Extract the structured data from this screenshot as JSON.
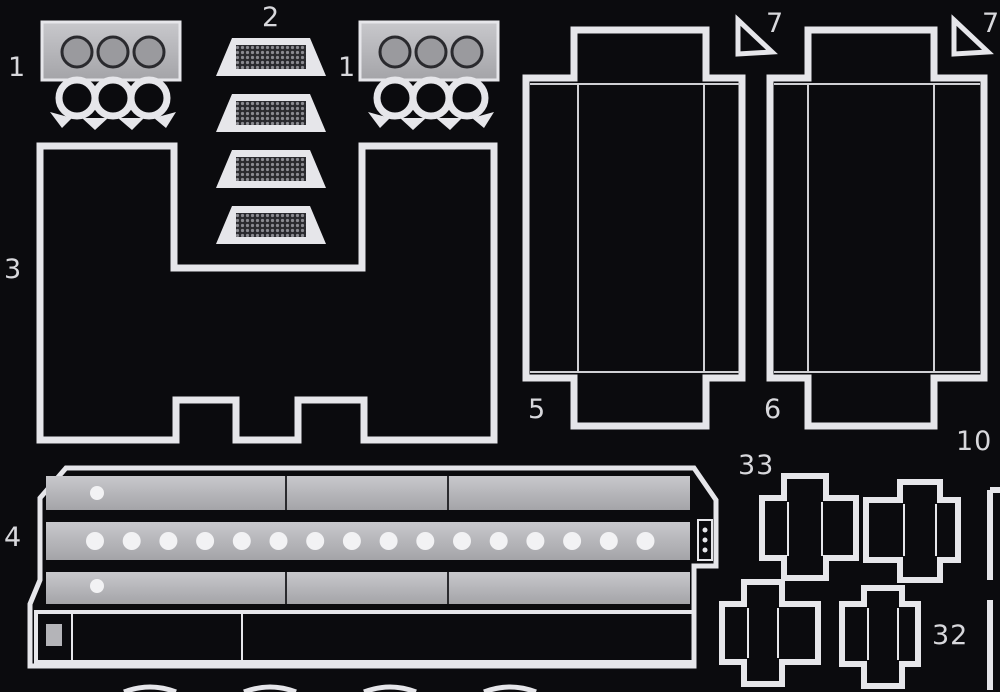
{
  "part_numbers": {
    "n1_left": "1",
    "n2": "2",
    "n1_right": "1",
    "n7_a": "7",
    "n7_b": "7",
    "n3": "3",
    "n5": "5",
    "n6": "6",
    "n10": "10",
    "n33": "33",
    "n4": "4",
    "n32": "32"
  },
  "colors": {
    "background": "#0b0b0e",
    "metal_frame": "#e6e6ea",
    "metal_plate": "#b4b4b8",
    "mesh": "#6a6a70",
    "label": "#d8d8dc"
  },
  "counts": {
    "grille_rows": 4,
    "rail_holes_middle": 16
  }
}
